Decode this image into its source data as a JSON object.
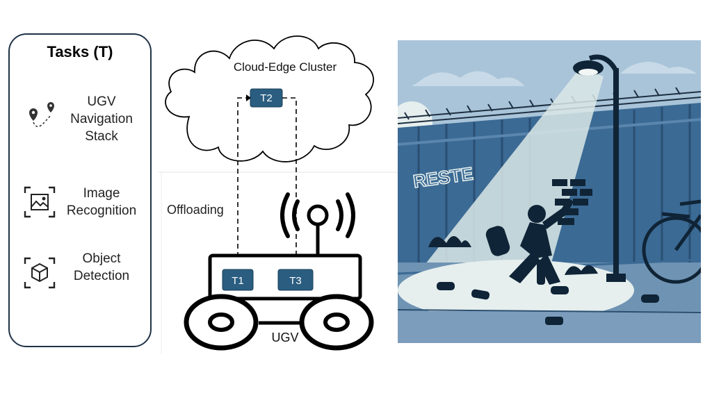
{
  "tasks_panel": {
    "title": "Tasks (T)",
    "items": [
      {
        "label_lines": [
          "UGV",
          "Navigation",
          "Stack"
        ],
        "icon": "navigation-route-icon"
      },
      {
        "label_lines": [
          "Image",
          "Recognition"
        ],
        "icon": "image-recognition-icon"
      },
      {
        "label_lines": [
          "Object",
          "Detection"
        ],
        "icon": "object-detection-icon"
      }
    ]
  },
  "diagram": {
    "cloud_label": "Cloud-Edge Cluster",
    "offloading_label": "Offloading",
    "vehicle_label": "UGV",
    "task_boxes": {
      "t1": "T1",
      "t2": "T2",
      "t3": "T3"
    },
    "colors": {
      "task_box": "#2a5d80",
      "line": "#000000"
    }
  },
  "illustration": {
    "graffiti_tag": "RESTE",
    "colors": {
      "sky": "#a9c4d9",
      "fence": "#3b6a94",
      "dark": "#0f2436",
      "light": "#e6efee"
    }
  }
}
